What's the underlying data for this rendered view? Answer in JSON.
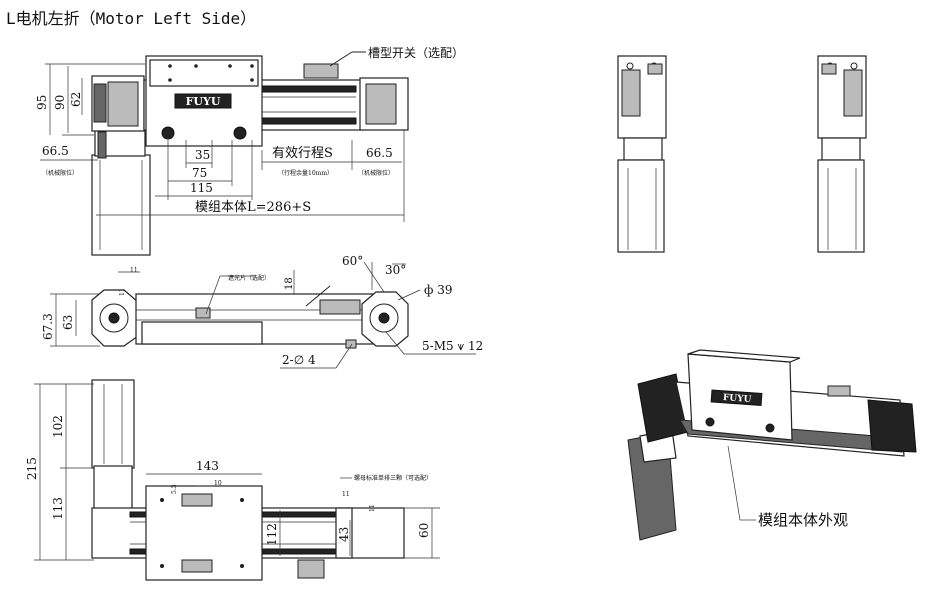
{
  "title": "L电机左折（Motor Left Side）",
  "brand": "FUYU",
  "callouts": {
    "slot_switch": "槽型开关（选配）",
    "shutter": "遮光片（选配）",
    "nut_note": "螺母标准单排三颗（可选配）",
    "appearance": "模组本体外观"
  },
  "top_view": {
    "dims": {
      "d95": "95",
      "d90": "90",
      "d62": "62",
      "left665": "66.5",
      "right665": "66.5",
      "d35": "35",
      "d75": "75",
      "d115": "115",
      "stroke": "有效行程S",
      "stroke_note": "（行程余量10mm）",
      "limit_left": "（机械限位）",
      "limit_right": "（机械限位）",
      "body_len": "模组本体L=286+S"
    }
  },
  "side_view": {
    "dims": {
      "d11a": "11",
      "d11b": "11",
      "d18": "18",
      "d673": "67.3",
      "d63": "63",
      "ang60": "60°",
      "ang30": "30°",
      "phi39": "ф 39",
      "holes": "2-∅ 4",
      "m5": "5-M5 ⩛ 12"
    }
  },
  "bottom_view": {
    "dims": {
      "d102": "102",
      "d113": "113",
      "d215": "215",
      "d143": "143",
      "d10": "10",
      "d55": "5.5",
      "d112": "112",
      "d43": "43",
      "d60": "60",
      "d11c": "11",
      "d11d": "11"
    }
  }
}
